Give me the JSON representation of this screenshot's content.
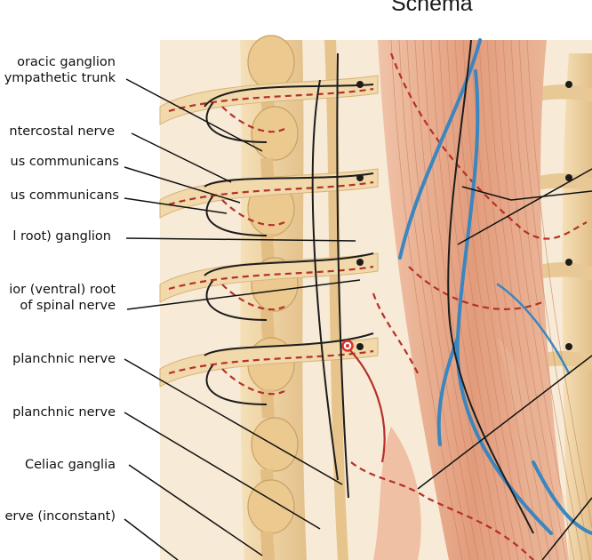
{
  "title": "Schema",
  "labels": [
    {
      "lines": [
        "oracic ganglion",
        "ympathetic trunk"
      ]
    },
    {
      "lines": [
        "ntercostal nerve"
      ]
    },
    {
      "lines": [
        "us communicans"
      ]
    },
    {
      "lines": [
        "us communicans"
      ]
    },
    {
      "lines": [
        "l root) ganglion"
      ]
    },
    {
      "lines": [
        "ior (ventral) root",
        "of spinal nerve"
      ]
    },
    {
      "lines": [
        "planchnic nerve"
      ]
    },
    {
      "lines": [
        "planchnic nerve"
      ]
    },
    {
      "lines": [
        "Celiac ganglia"
      ]
    },
    {
      "lines": [
        "erve (inconstant)"
      ]
    }
  ],
  "colors": {
    "bone": "#eed3a2",
    "bone_shade": "#d9b57c",
    "muscle": "#e7ad8f",
    "muscle_dark": "#cf8a6a",
    "artery": "#c0392b",
    "vein": "#3d88c0",
    "nerve": "#1c1c1c",
    "leader": "#111111"
  }
}
